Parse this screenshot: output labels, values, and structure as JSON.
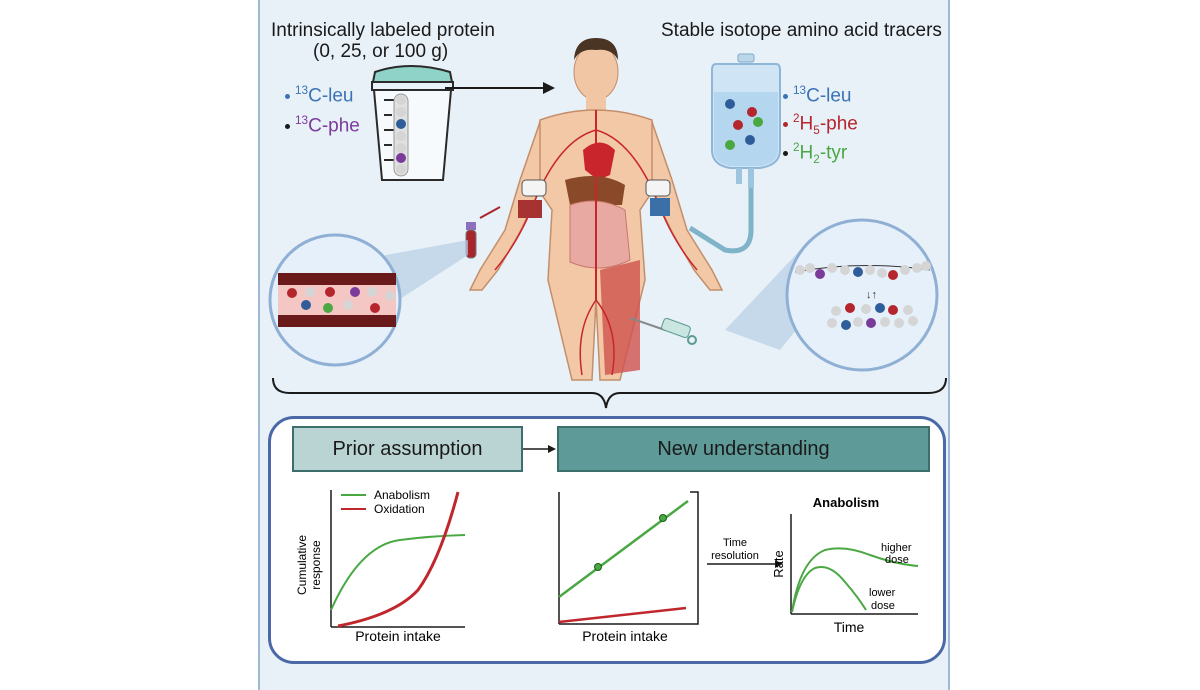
{
  "top": {
    "left_title_line1": "Intrinsically labeled protein",
    "left_title_line2": "(0, 25, or 100 g)",
    "right_title": "Stable isotope amino acid tracers",
    "left_tracers": [
      {
        "sup": "13",
        "name": "C-leu",
        "color": "#3a74b4"
      },
      {
        "sup": "13",
        "name": "C-phe",
        "color": "#7a3b9a"
      }
    ],
    "right_tracers": [
      {
        "sup": "13",
        "name": "C-leu",
        "sub": "",
        "suffix": "",
        "color": "#3a74b4"
      },
      {
        "sup": "2",
        "name": "H",
        "sub": "5",
        "suffix": "-phe",
        "color": "#b5252c"
      },
      {
        "sup": "2",
        "name": "H",
        "sub": "2",
        "suffix": "-tyr",
        "color": "#4aa843"
      }
    ]
  },
  "bottom": {
    "prior_label": "Prior assumption",
    "new_label": "New understanding",
    "colors": {
      "anabolism": "#4aa843",
      "oxidation": "#c0272d",
      "box_light": "#b9d4d2",
      "box_dark": "#5e9a97"
    }
  },
  "chart_data": [
    {
      "type": "line",
      "title": "",
      "xlabel": "Protein intake",
      "ylabel": "Cumulative response",
      "series": [
        {
          "name": "Anabolism",
          "shape": "rises then plateaus"
        },
        {
          "name": "Oxidation",
          "shape": "flat then rises steeply"
        }
      ]
    },
    {
      "type": "line",
      "title": "",
      "xlabel": "Protein intake",
      "ylabel": "",
      "series": [
        {
          "shape": "steep linear increase",
          "color": "#4aa843",
          "marked_points": 2
        },
        {
          "shape": "shallow linear increase",
          "color": "#c0272d"
        }
      ]
    },
    {
      "type": "line",
      "title": "Anabolism",
      "xlabel": "Time",
      "ylabel": "Rate",
      "series": [
        {
          "shape": "rises and stays elevated"
        },
        {
          "shape": "rises then declines"
        }
      ],
      "annotations": [
        "higher dose",
        "lower dose"
      ]
    }
  ],
  "arrow_label_line1": "Time",
  "arrow_label_line2": "resolution",
  "annot_higher_1": "higher",
  "annot_higher_2": "dose",
  "annot_lower_1": "lower",
  "annot_lower_2": "dose"
}
